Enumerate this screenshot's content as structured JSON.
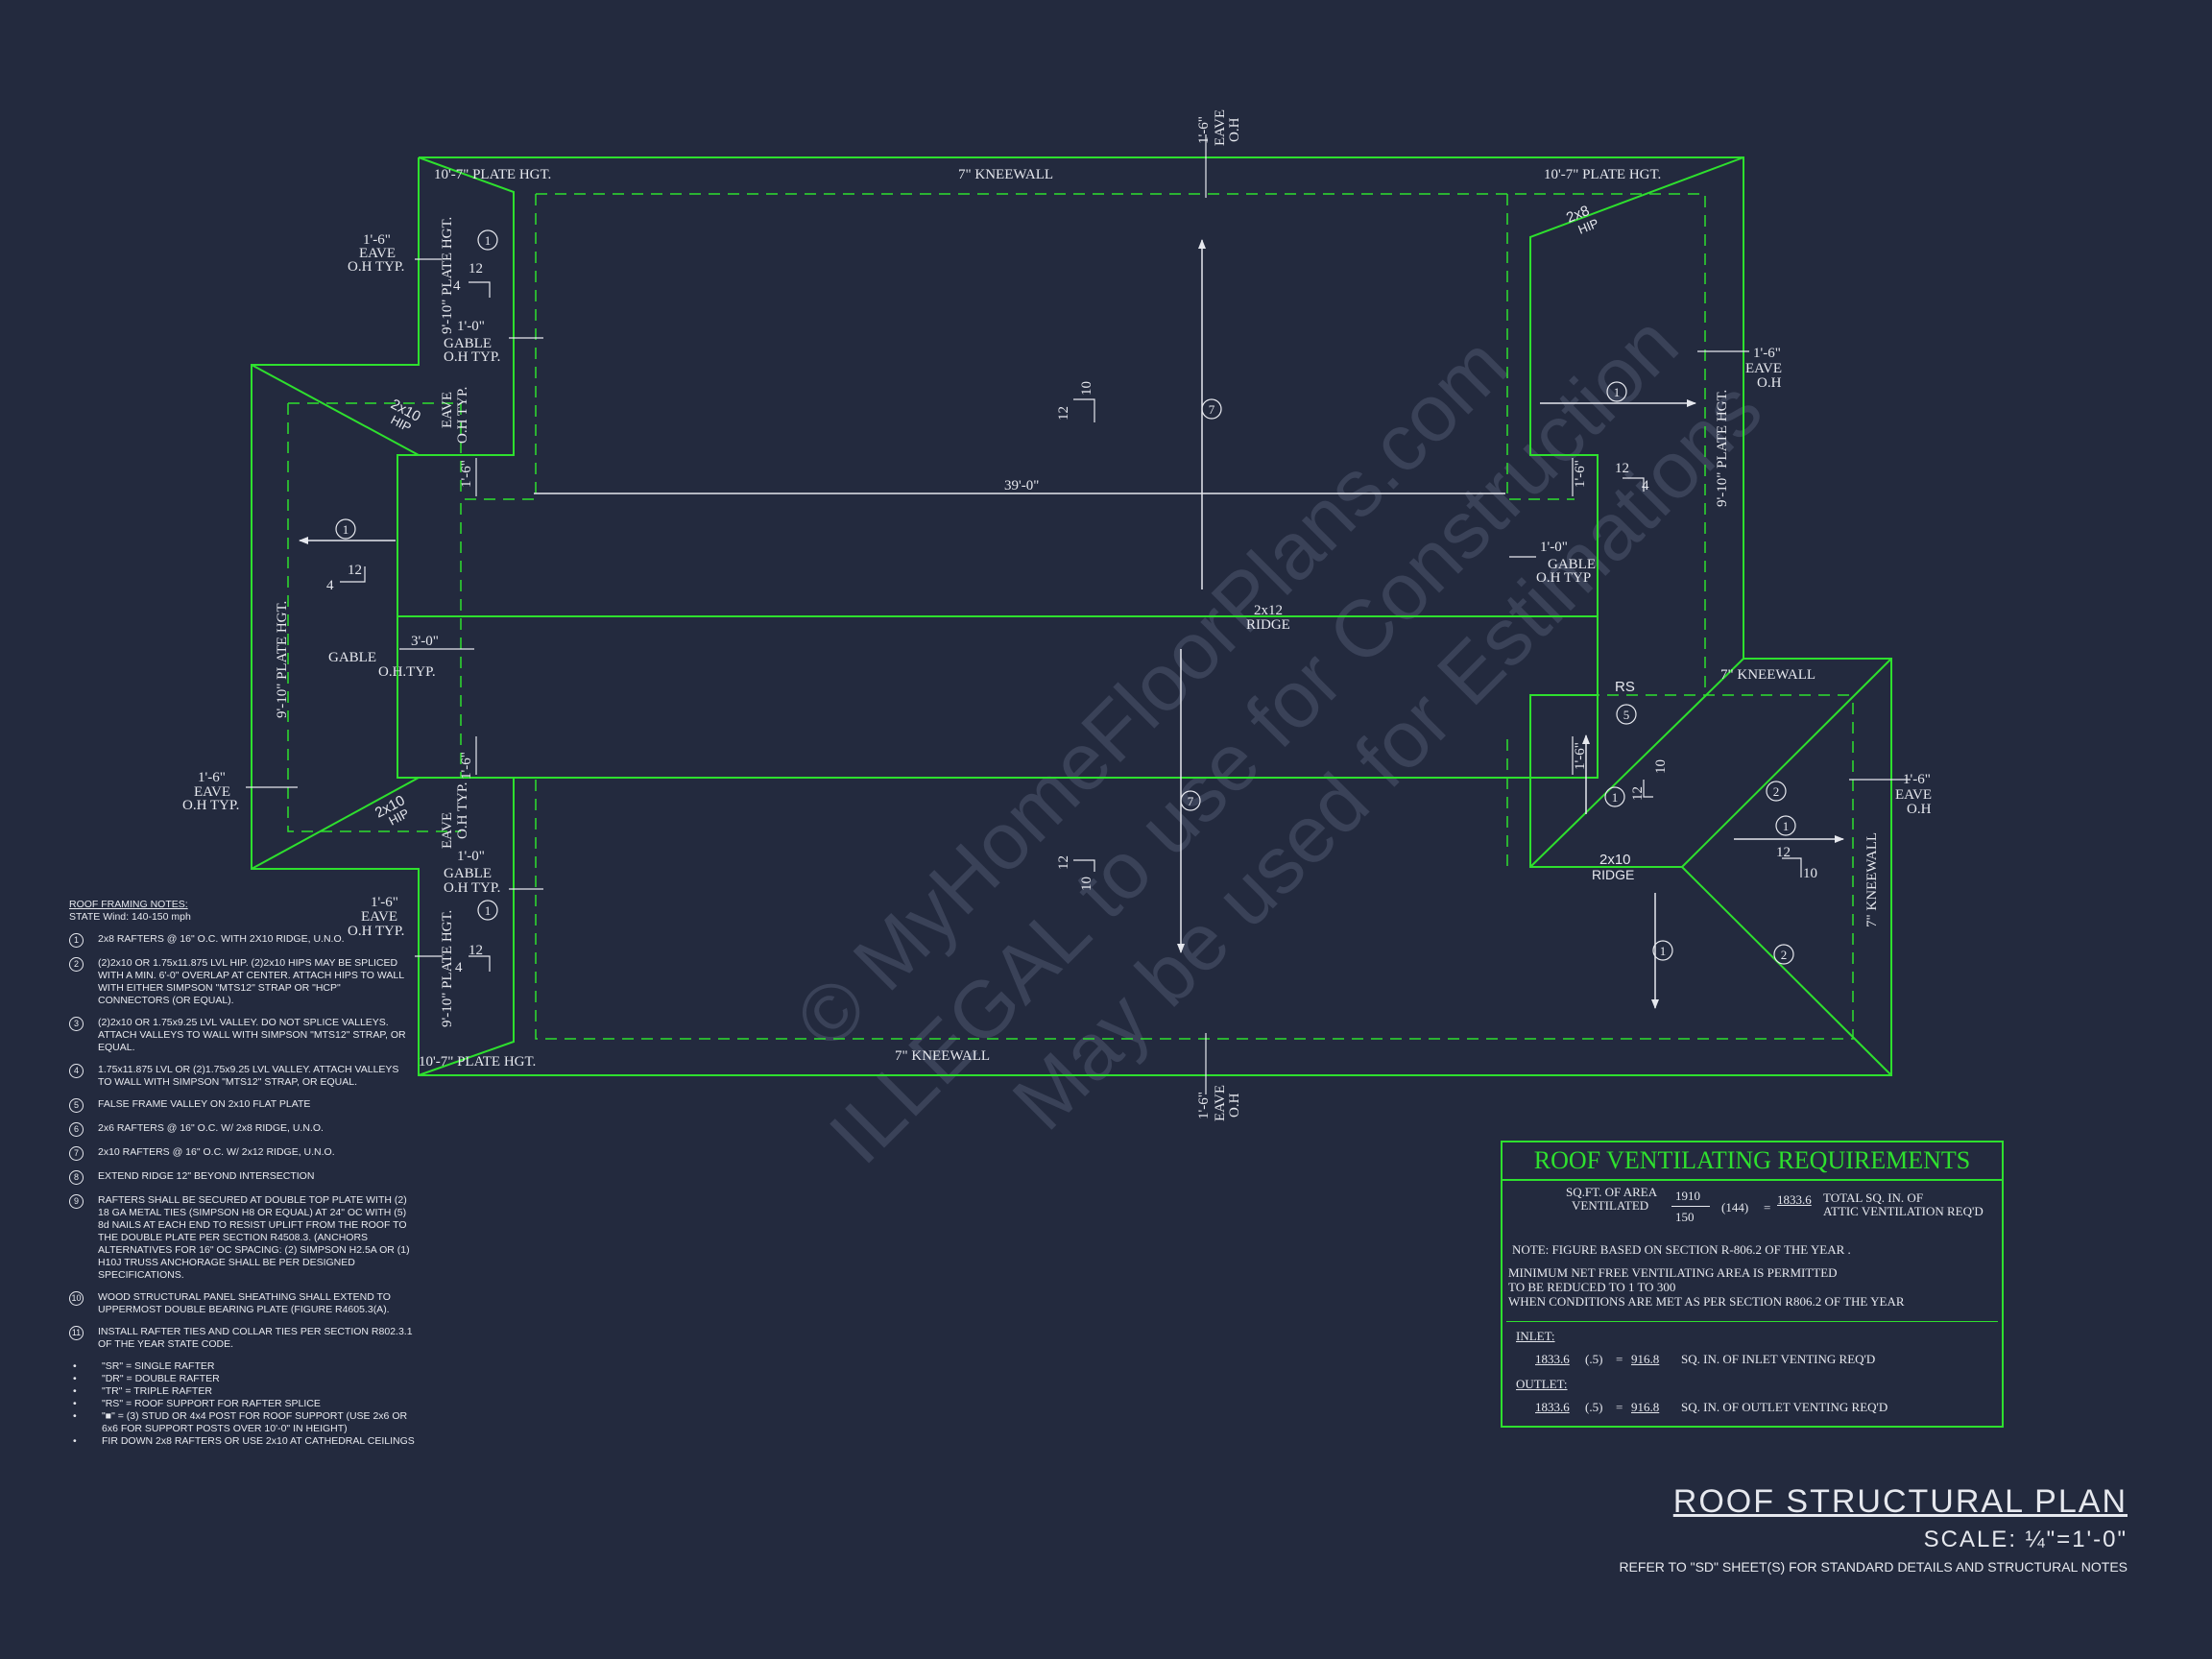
{
  "watermark": {
    "line1": "© MyHomeFloorPlans.com",
    "line2": "ILLEGAL to use for Construction",
    "line3": "May be used for Estimations"
  },
  "plan_labels": {
    "plate_top_left": "10'-7\" PLATE HGT.",
    "plate_top_right": "10'-7\" PLATE HGT.",
    "plate_bottom_left": "10'-7\" PLATE HGT.",
    "kneewall_top": "7\" KNEEWALL",
    "kneewall_bottom": "7\" KNEEWALL",
    "kneewall_right_top": "7\" KNEEWALL",
    "kneewall_right_side": "7\" KNEEWALL",
    "plate_910": "9'-10\" PLATE HGT.",
    "eave": "EAVE",
    "oh": "O.H",
    "oh_typ": "O.H TYP.",
    "oh_typ2": "O.H.TYP.",
    "oh_typ3": "O.H TYP",
    "gable": "GABLE",
    "dim_16": "1'-6\"",
    "dim_10": "1'-0\"",
    "dim_30": "3'-0\"",
    "dim_390": "39'-0\"",
    "ridge_size": "2x12",
    "ridge": "RIDGE",
    "ridge_size2": "2x10",
    "hip_size": "2x10",
    "hip_size2": "2x8",
    "hip": "HIP",
    "rs": "RS",
    "pitch_12": "12",
    "pitch_10": "10",
    "pitch_4": "4",
    "c1": "1",
    "c2": "2",
    "c5": "5",
    "c7": "7"
  },
  "notes": {
    "title": "ROOF FRAMING NOTES:",
    "wind": "STATE Wind: 140-150 mph",
    "items": [
      {
        "num": "1",
        "text": "2x8 RAFTERS @ 16\" O.C. WITH 2X10 RIDGE, U.N.O."
      },
      {
        "num": "2",
        "text": "(2)2x10 OR 1.75x11.875 LVL HIP. (2)2x10 HIPS MAY BE SPLICED WITH A MIN. 6'-0\" OVERLAP AT CENTER. ATTACH HIPS TO WALL WITH EITHER SIMPSON \"MTS12\" STRAP OR \"HCP\" CONNECTORS (OR EQUAL)."
      },
      {
        "num": "3",
        "text": "(2)2x10 OR 1.75x9.25 LVL VALLEY. DO NOT SPLICE VALLEYS. ATTACH VALLEYS TO WALL WITH SIMPSON \"MTS12\" STRAP, OR EQUAL."
      },
      {
        "num": "4",
        "text": "1.75x11.875 LVL OR (2)1.75x9.25 LVL VALLEY. ATTACH VALLEYS TO WALL WITH SIMPSON \"MTS12\" STRAP, OR EQUAL."
      },
      {
        "num": "5",
        "text": "FALSE FRAME VALLEY ON 2x10 FLAT PLATE"
      },
      {
        "num": "6",
        "text": "2x6 RAFTERS @ 16\" O.C. W/ 2x8 RIDGE, U.N.O."
      },
      {
        "num": "7",
        "text": "2x10 RAFTERS @ 16\" O.C. W/ 2x12 RIDGE, U.N.O."
      },
      {
        "num": "8",
        "text": "EXTEND RIDGE 12\" BEYOND INTERSECTION"
      },
      {
        "num": "9",
        "text": "RAFTERS SHALL BE SECURED AT DOUBLE TOP PLATE WITH (2) 18 GA METAL TIES (SIMPSON H8 OR EQUAL) AT 24\" OC WITH (5) 8d NAILS AT EACH END TO RESIST UPLIFT FROM THE ROOF TO THE DOUBLE PLATE PER SECTION R4508.3. (ANCHORS ALTERNATIVES FOR 16\" OC SPACING: (2) SIMPSON H2.5A OR (1) H10J TRUSS ANCHORAGE SHALL BE PER DESIGNED SPECIFICATIONS."
      },
      {
        "num": "10",
        "text": "WOOD STRUCTURAL PANEL SHEATHING SHALL EXTEND TO UPPERMOST DOUBLE BEARING PLATE (FIGURE R4605.3(A)."
      },
      {
        "num": "11",
        "text": "INSTALL RAFTER TIES AND COLLAR TIES PER SECTION R802.3.1 OF THE YEAR STATE CODE."
      }
    ],
    "bullets": [
      "\"SR\" = SINGLE RAFTER",
      "\"DR\" = DOUBLE RAFTER",
      "\"TR\" = TRIPLE RAFTER",
      "\"RS\" = ROOF SUPPORT FOR RAFTER SPLICE",
      "\"■\" = (3) STUD OR 4x4 POST FOR ROOF SUPPORT (USE 2x6 OR 6x6 FOR SUPPORT POSTS OVER 10'-0\" IN HEIGHT)",
      "FIR DOWN 2x8 RAFTERS OR USE 2x10 AT CATHEDRAL CEILINGS"
    ],
    "bullet_char": "•"
  },
  "ventilation": {
    "title": "ROOF VENTILATING REQUIREMENTS",
    "sqft_label1": "SQ.FT. OF AREA",
    "sqft_label2": "VENTILATED",
    "num_1910": "1910",
    "den_150": "150",
    "mult": "(144)",
    "eq": "=",
    "total": "1833.6",
    "total_label1": "TOTAL SQ. IN. OF",
    "total_label2": "ATTIC VENTILATION REQ'D",
    "note1": "NOTE: FIGURE BASED ON SECTION R-806.2 OF THE YEAR .",
    "note2": "MINIMUM  NET FREE VENTILATING AREA IS PERMITTED",
    "note3": "TO BE REDUCED TO 1 TO 300",
    "note4": "WHEN CONDITIONS ARE MET AS PER SECTION R806.2 OF THE YEAR",
    "inlet_label": "INLET:",
    "inlet_a": "1833.6",
    "inlet_mult": "(.5)",
    "inlet_eq": "=",
    "inlet_b": "916.8",
    "inlet_text": "SQ. IN.  OF INLET VENTING REQ'D",
    "outlet_label": "OUTLET:",
    "outlet_a": "1833.6",
    "outlet_mult": "(.5)",
    "outlet_eq": "=",
    "outlet_b": "916.8",
    "outlet_text": "SQ. IN.  OF OUTLET VENTING REQ'D"
  },
  "title_block": {
    "title": "ROOF STRUCTURAL PLAN",
    "scale": "SCALE: ¼\"=1'-0\"",
    "refer": "REFER TO \"SD\" SHEET(S) FOR STANDARD DETAILS AND STRUCTURAL NOTES"
  },
  "colors": {
    "background": "#232a3e",
    "wall_line": "#2ee02e",
    "text": "#e6e8ee",
    "watermark": "#3a4258"
  }
}
